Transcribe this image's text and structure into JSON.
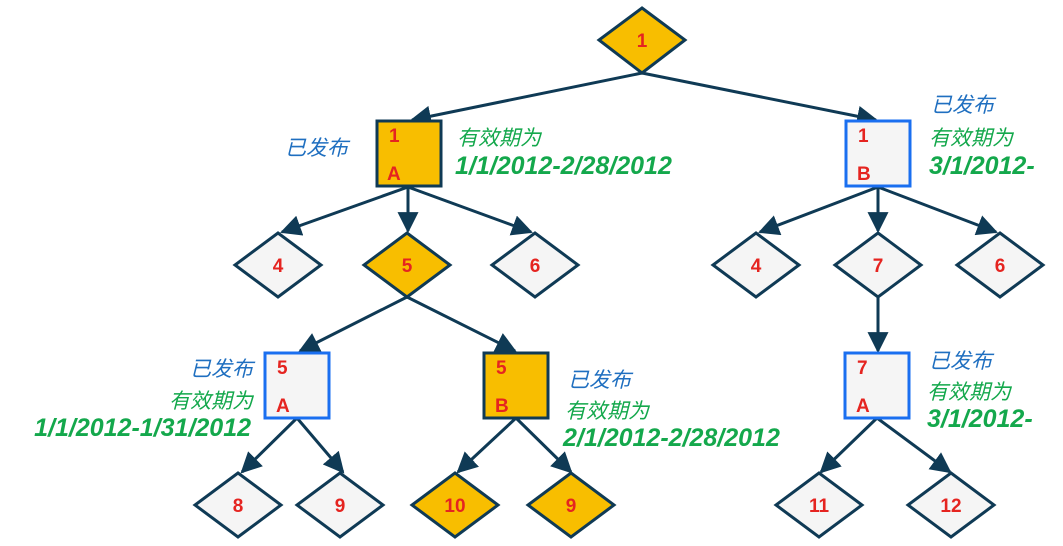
{
  "colors": {
    "edge": "#0f3a55",
    "highlight_fill": "#f8be00",
    "plain_fill": "#f5f5f5",
    "published_border": "#1a6ff0",
    "node_text": "#e52420",
    "published_label": "#1f6fc0",
    "validity_label": "#14a84c"
  },
  "nodes": {
    "root": {
      "label": "1",
      "type": "diamond",
      "highlighted": true
    },
    "v1a": {
      "num": "1",
      "ver": "A",
      "type": "version-box",
      "highlighted": true
    },
    "v1b": {
      "num": "1",
      "ver": "B",
      "type": "version-box",
      "highlighted": false
    },
    "l_4": {
      "label": "4",
      "type": "diamond",
      "highlighted": false
    },
    "l_5": {
      "label": "5",
      "type": "diamond",
      "highlighted": true
    },
    "l_6": {
      "label": "6",
      "type": "diamond",
      "highlighted": false
    },
    "r_4": {
      "label": "4",
      "type": "diamond",
      "highlighted": false
    },
    "r_7": {
      "label": "7",
      "type": "diamond",
      "highlighted": false
    },
    "r_6": {
      "label": "6",
      "type": "diamond",
      "highlighted": false
    },
    "v5a": {
      "num": "5",
      "ver": "A",
      "type": "version-box",
      "highlighted": false
    },
    "v5b": {
      "num": "5",
      "ver": "B",
      "type": "version-box",
      "highlighted": true
    },
    "v7a": {
      "num": "7",
      "ver": "A",
      "type": "version-box",
      "highlighted": false
    },
    "d_8": {
      "label": "8",
      "type": "diamond",
      "highlighted": false
    },
    "d_9a": {
      "label": "9",
      "type": "diamond",
      "highlighted": false
    },
    "d_10": {
      "label": "10",
      "type": "diamond",
      "highlighted": true
    },
    "d_9b": {
      "label": "9",
      "type": "diamond",
      "highlighted": true
    },
    "d_11": {
      "label": "11",
      "type": "diamond",
      "highlighted": false
    },
    "d_12": {
      "label": "12",
      "type": "diamond",
      "highlighted": false
    }
  },
  "annotations": {
    "v1a": {
      "status": "已发布",
      "validity_label": "有效期为",
      "validity": "1/1/2012-2/28/2012"
    },
    "v1b": {
      "status": "已发布",
      "validity_label": "有效期为",
      "validity": "3/1/2012-"
    },
    "v5a": {
      "status": "已发布",
      "validity_label": "有效期为",
      "validity": "1/1/2012-1/31/2012"
    },
    "v5b": {
      "status": "已发布",
      "validity_label": "有效期为",
      "validity": "2/1/2012-2/28/2012"
    },
    "v7a": {
      "status": "已发布",
      "validity_label": "有效期为",
      "validity": "3/1/2012-"
    }
  },
  "edges": [
    [
      "root",
      "v1a"
    ],
    [
      "root",
      "v1b"
    ],
    [
      "v1a",
      "l_4"
    ],
    [
      "v1a",
      "l_5"
    ],
    [
      "v1a",
      "l_6"
    ],
    [
      "v1b",
      "r_4"
    ],
    [
      "v1b",
      "r_7"
    ],
    [
      "v1b",
      "r_6"
    ],
    [
      "l_5",
      "v5a"
    ],
    [
      "l_5",
      "v5b"
    ],
    [
      "r_7",
      "v7a"
    ],
    [
      "v5a",
      "d_8"
    ],
    [
      "v5a",
      "d_9a"
    ],
    [
      "v5b",
      "d_10"
    ],
    [
      "v5b",
      "d_9b"
    ],
    [
      "v7a",
      "d_11"
    ],
    [
      "v7a",
      "d_12"
    ]
  ]
}
